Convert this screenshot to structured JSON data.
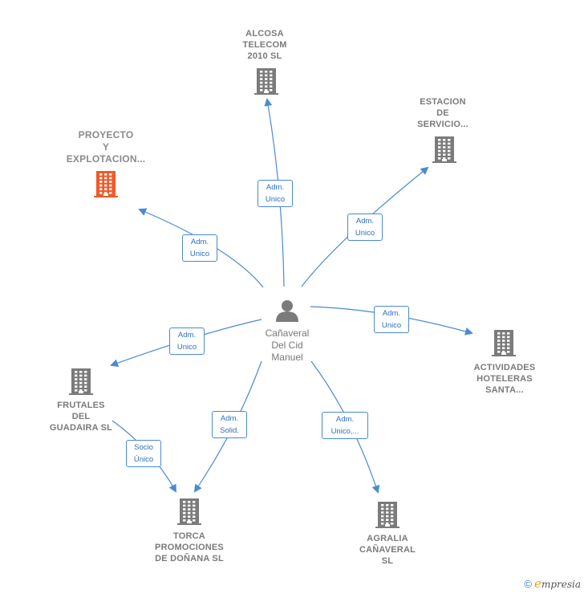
{
  "colors": {
    "edge": "#4a8ad4",
    "building": "#7b7b7b",
    "highlight": "#f05a28",
    "person": "#7b7b7b"
  },
  "center": {
    "name": "Cañaveral\nDel Cid\nManuel",
    "icon": "person-icon"
  },
  "nodes": [
    {
      "id": "alcosa",
      "name": "ALCOSA\nTELECOM\n2010 SL",
      "icon": "building-icon",
      "highlight": false
    },
    {
      "id": "estacion",
      "name": "ESTACION\nDE\nSERVICIO...",
      "icon": "building-icon",
      "highlight": false
    },
    {
      "id": "proyecto",
      "name": "PROYECTO\nY\nEXPLOTACION...",
      "icon": "building-icon",
      "highlight": true
    },
    {
      "id": "actividades",
      "name": "ACTIVIDADES\nHOTELERAS\nSANTA...",
      "icon": "building-icon",
      "highlight": false
    },
    {
      "id": "frutales",
      "name": "FRUTALES\nDEL\nGUADAIRA SL",
      "icon": "building-icon",
      "highlight": false
    },
    {
      "id": "torca",
      "name": "TORCA\nPROMOCIONES\nDE DOÑANA SL",
      "icon": "building-icon",
      "highlight": false
    },
    {
      "id": "agralia",
      "name": "AGRALIA\nCAÑAVERAL\nSL",
      "icon": "building-icon",
      "highlight": false
    }
  ],
  "edges": [
    {
      "from": "center",
      "to": "alcosa",
      "label": "Adm.\nUnico"
    },
    {
      "from": "center",
      "to": "estacion",
      "label": "Adm.\nUnico"
    },
    {
      "from": "center",
      "to": "proyecto",
      "label": "Adm.\nUnico"
    },
    {
      "from": "center",
      "to": "actividades",
      "label": "Adm.\nUnico"
    },
    {
      "from": "center",
      "to": "frutales",
      "label": "Adm.\nUnico"
    },
    {
      "from": "center",
      "to": "torca",
      "label": "Adm.\nSolid."
    },
    {
      "from": "center",
      "to": "agralia",
      "label": "Adm.\nUnico,..."
    },
    {
      "from": "frutales",
      "to": "torca",
      "label": "Socio\nÚnico"
    }
  ],
  "footer": {
    "copyright": "©",
    "brand_initial": "e",
    "brand_rest": "mpresia"
  }
}
